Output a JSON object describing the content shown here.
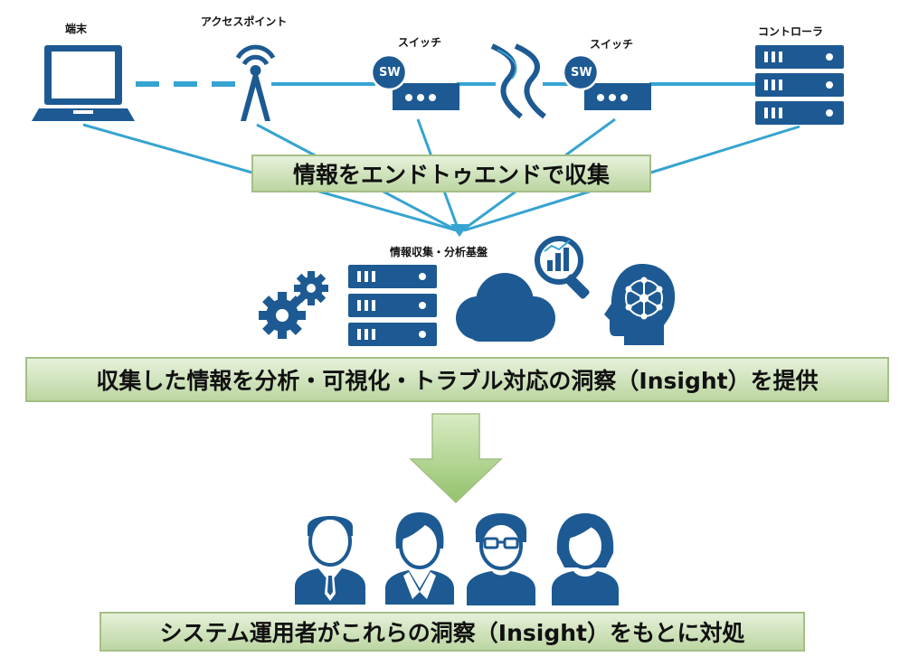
{
  "devices": {
    "terminal": "端末",
    "access_point": "アクセスポイント",
    "switch_1": "スイッチ",
    "switch_2": "スイッチ",
    "controller": "コントローラ"
  },
  "switch_badge": "SW",
  "banner_collect": "情報をエンドトゥエンドで収集",
  "platform_label": "情報収集・分析基盤",
  "banner_insight": "収集した情報を分析・可視化・トラブル対応の洞察（Insight）を提供",
  "banner_operators": "システム運用者がこれらの洞察（Insight）をもとに対処",
  "colors": {
    "icon": "#1d5a93",
    "link": "#36a4d0",
    "banner_border": "#a4bf86",
    "arrow": "#9fcb77"
  },
  "icons": [
    "laptop-icon",
    "access-point-icon",
    "switch-icon",
    "wan-icon",
    "server-rack-icon",
    "gears-icon",
    "cloud-icon",
    "analytics-magnifier-icon",
    "ai-head-icon",
    "operator-man-icon",
    "operator-woman-icon",
    "operator-glasses-icon",
    "operator-woman-2-icon"
  ]
}
